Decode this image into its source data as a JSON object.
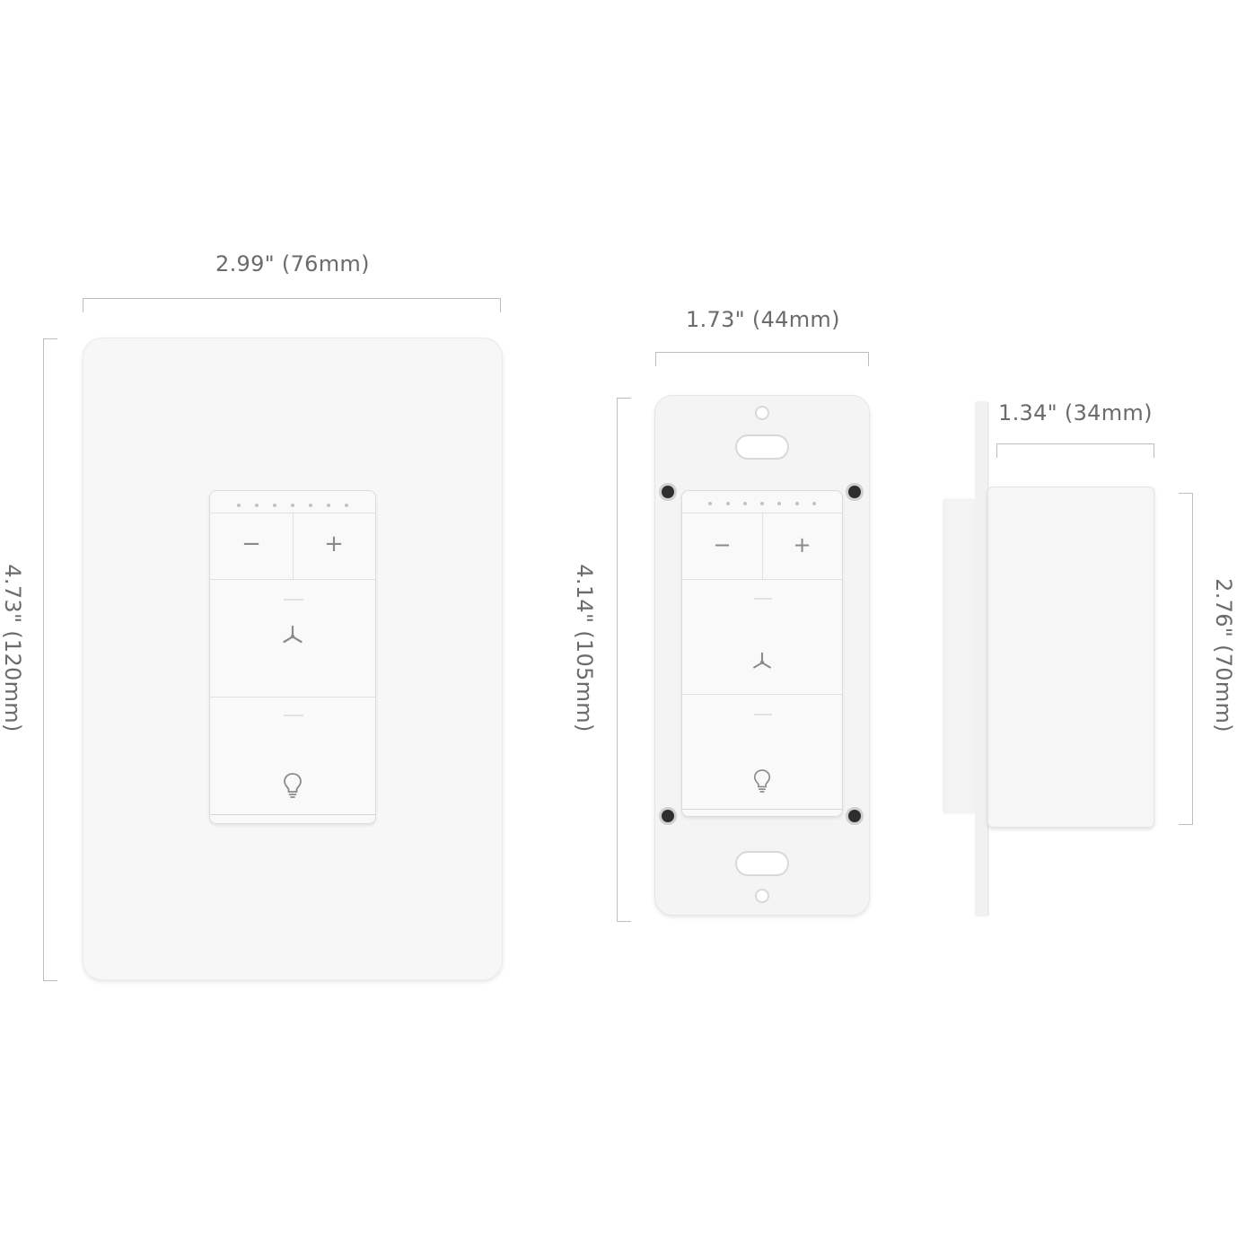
{
  "dimensions": {
    "plate_width": "2.99\" (76mm)",
    "plate_height": "4.73\" (120mm)",
    "yoke_width": "1.73\" (44mm)",
    "yoke_height": "4.14\" (105mm)",
    "depth": "1.34\" (34mm)",
    "body_height": "2.76\" (70mm)"
  },
  "switch": {
    "minus_label": "−",
    "plus_label": "+",
    "indicator_count": 7
  },
  "icons": [
    "fan-icon",
    "bulb-icon",
    "minus-icon",
    "plus-icon"
  ]
}
